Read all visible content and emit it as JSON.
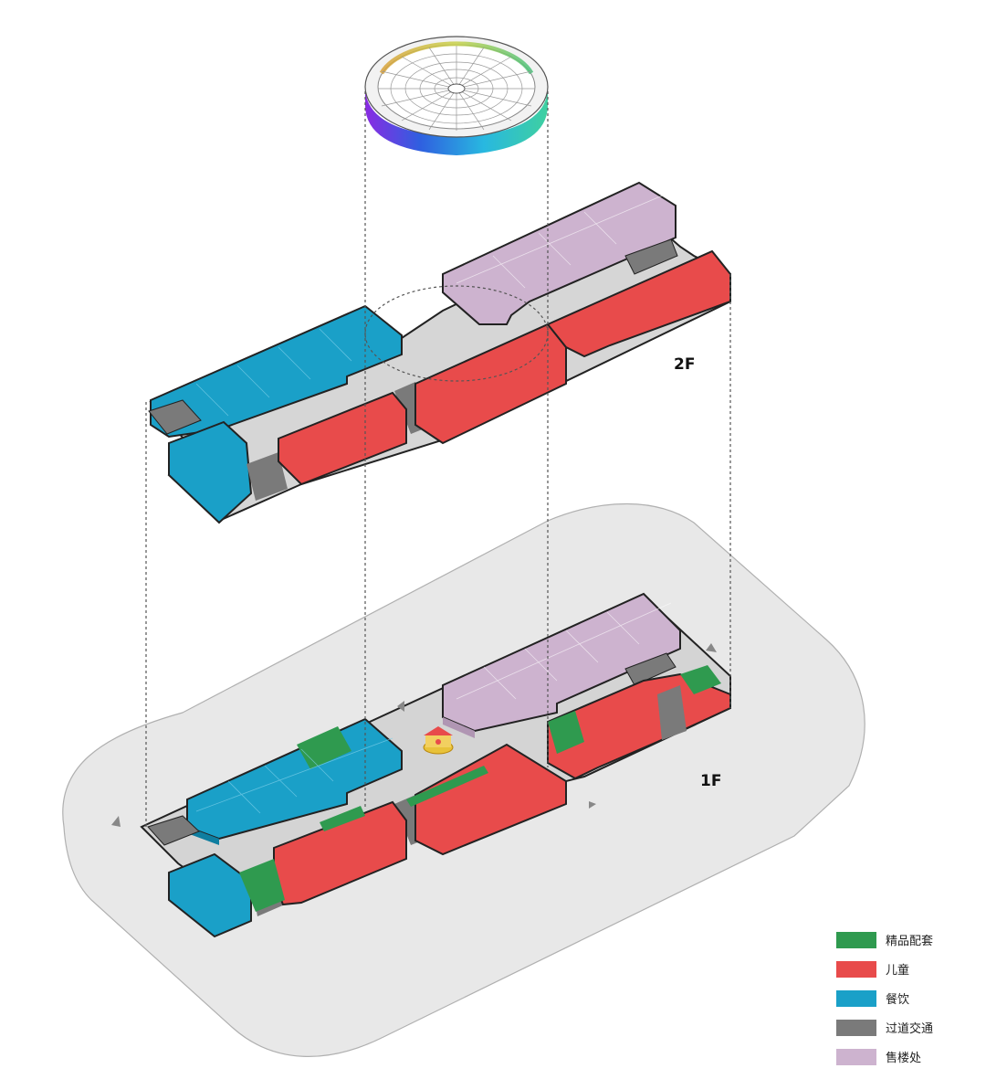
{
  "floors": {
    "upper_label": "2F",
    "lower_label": "1F"
  },
  "colors": {
    "boutique": "#2f9a4f",
    "children": "#e84b4b",
    "dining": "#1aa0c8",
    "circulation": "#7a7a7a",
    "sales_office": "#cdb3cf",
    "site": "#e6e6e6",
    "corridor": "#c8c8c8"
  },
  "legend": [
    {
      "label": "精品配套",
      "color": "#2f9a4f"
    },
    {
      "label": "儿童",
      "color": "#e84b4b"
    },
    {
      "label": "餐饮",
      "color": "#1aa0c8"
    },
    {
      "label": "过道交通",
      "color": "#7a7a7a"
    },
    {
      "label": "售楼处",
      "color": "#cdb3cf"
    }
  ]
}
